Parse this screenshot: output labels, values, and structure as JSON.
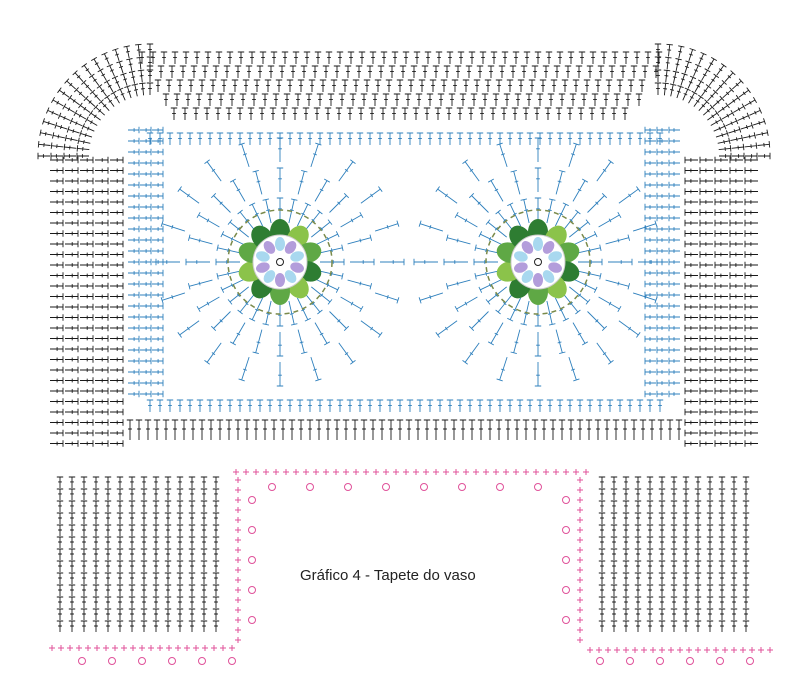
{
  "caption": "Gráfico 4 - Tapete do vaso",
  "colors": {
    "background": "#ffffff",
    "border_stitches": "#1a1a1a",
    "motif_stitches": "#2f80bd",
    "edging_stitches": "#e0529a",
    "flower_dark_green": "#2e7d32",
    "flower_light_green": "#8bc34a",
    "flower_lilac": "#b39ddb",
    "flower_light_blue": "#a8d8ef",
    "flower_outline": "#7a8a4a"
  },
  "legend_icons": {
    "border": "double-crochet-symbol",
    "motif": "treble-crochet-symbol",
    "edging": "picot-symbol",
    "center": "magic-ring-symbol"
  }
}
